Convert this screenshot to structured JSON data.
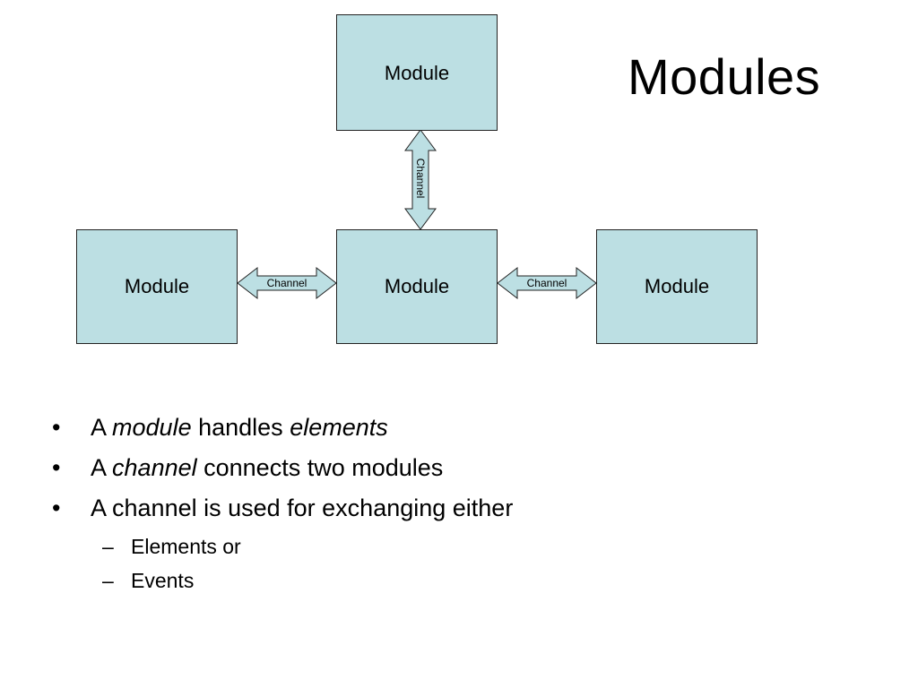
{
  "slide": {
    "title": "Modules"
  },
  "colors": {
    "module_fill": "#bcdfe3",
    "arrow_fill": "#bcdfe3",
    "stroke": "#222222"
  },
  "diagram": {
    "modules": {
      "top": "Module",
      "left": "Module",
      "center": "Module",
      "right": "Module"
    },
    "channels": {
      "vertical": "Channel",
      "left": "Channel",
      "right": "Channel"
    }
  },
  "bullets": [
    {
      "parts": [
        "A ",
        "module",
        " handles ",
        "elements"
      ]
    },
    {
      "parts": [
        "A ",
        "channel",
        " connects two modules"
      ]
    },
    {
      "parts": [
        "A channel is used for exchanging either"
      ]
    }
  ],
  "sub_bullets": [
    "Elements or",
    "Events"
  ],
  "markers": {
    "bullet": "•",
    "dash": "–"
  }
}
